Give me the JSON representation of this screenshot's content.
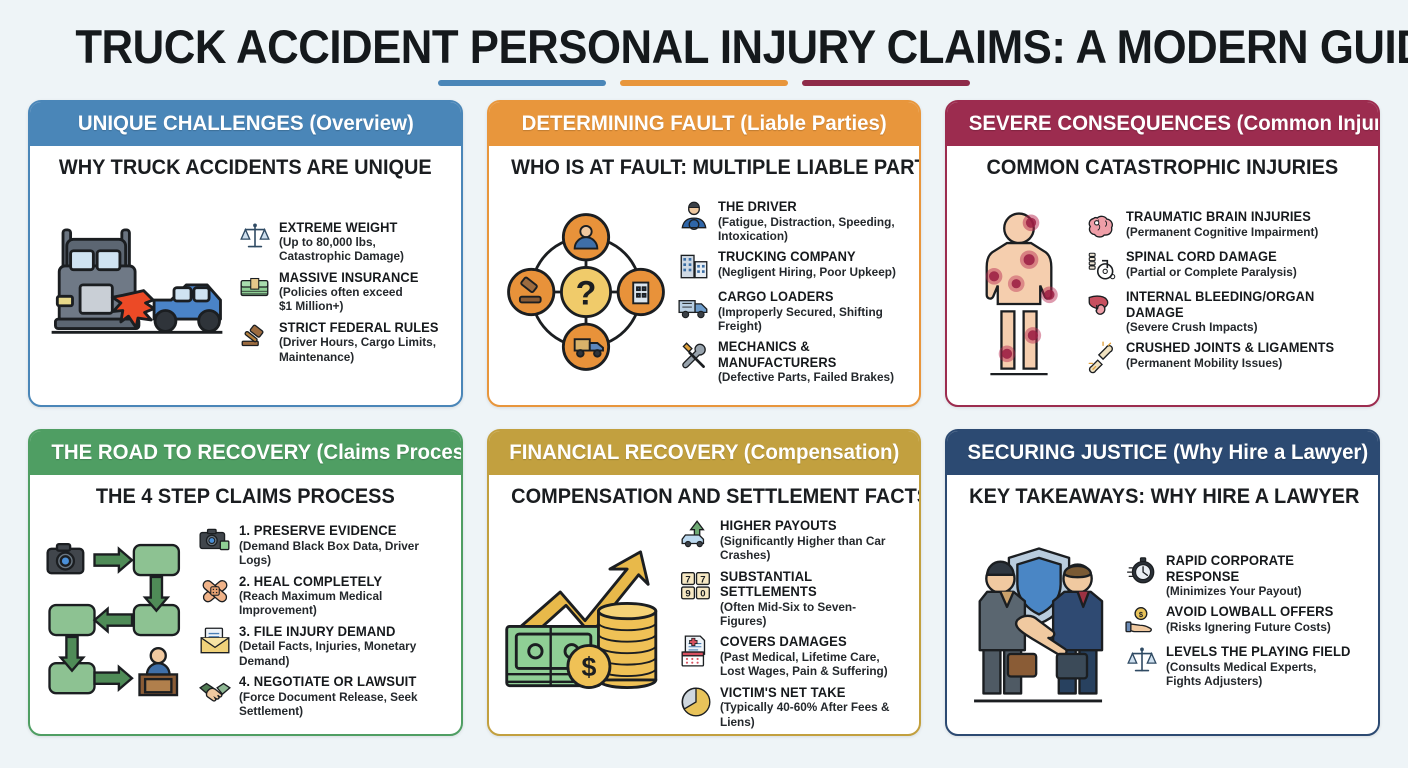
{
  "header": {
    "title": "TRUCK ACCIDENT PERSONAL INJURY CLAIMS: A MODERN GUIDE",
    "rules": [
      "#4a86b8",
      "#e8963c",
      "#8e2b49"
    ]
  },
  "cards": [
    {
      "id": "unique-challenges",
      "header": "UNIQUE CHALLENGES (Overview)",
      "header_color": "#4a86b8",
      "border_color": "#4a86b8",
      "subtitle": "WHY TRUCK ACCIDENTS ARE UNIQUE",
      "illustration": "truck-car-collision",
      "items": [
        {
          "icon": "scales-icon",
          "title": "EXTREME WEIGHT",
          "desc": "(Up to 80,000 lbs,\nCatastrophic Damage)"
        },
        {
          "icon": "cash-stack-icon",
          "title": "MASSIVE INSURANCE",
          "desc": "(Policies often exceed\n$1 Million+)"
        },
        {
          "icon": "gavel-icon",
          "title": "STRICT FEDERAL RULES",
          "desc": "(Driver Hours, Cargo Limits,\nMaintenance)"
        }
      ]
    },
    {
      "id": "determining-fault",
      "header": "DETERMINING FAULT (Liable Parties)",
      "header_color": "#e8963c",
      "border_color": "#e8963c",
      "subtitle": "WHO IS AT FAULT: MULTIPLE LIABLE PARTIES",
      "illustration": "liable-parties-diagram",
      "diagram_center": "?",
      "items": [
        {
          "icon": "driver-icon",
          "title": "THE DRIVER",
          "desc": "(Fatigue, Distraction, Speeding,\nIntoxication)"
        },
        {
          "icon": "office-building-icon",
          "title": "TRUCKING COMPANY",
          "desc": "(Negligent Hiring, Poor Upkeep)"
        },
        {
          "icon": "cargo-truck-icon",
          "title": "CARGO LOADERS",
          "desc": "(Improperly Secured, Shifting Freight)"
        },
        {
          "icon": "wrench-screwdriver-icon",
          "title": "MECHANICS & MANUFACTURERS",
          "desc": "(Defective Parts, Failed Brakes)"
        }
      ]
    },
    {
      "id": "severe-consequences",
      "header": "SEVERE CONSEQUENCES (Common Injuries)",
      "header_color": "#9c2c4f",
      "border_color": "#9c2c4f",
      "subtitle": "COMMON CATASTROPHIC INJURIES",
      "illustration": "human-body-injury-points",
      "items": [
        {
          "icon": "brain-icon",
          "title": "TRAUMATIC BRAIN INJURIES",
          "desc": "(Permanent Cognitive Impairment)"
        },
        {
          "icon": "spine-wheelchair-icon",
          "title": "SPINAL CORD DAMAGE",
          "desc": "(Partial or Complete Paralysis)"
        },
        {
          "icon": "organs-icon",
          "title": "INTERNAL BLEEDING/ORGAN DAMAGE",
          "desc": "(Severe Crush Impacts)"
        },
        {
          "icon": "broken-bone-icon",
          "title": "CRUSHED JOINTS & LIGAMENTS",
          "desc": "(Permanent Mobility Issues)"
        }
      ]
    },
    {
      "id": "road-to-recovery",
      "header": "THE ROAD TO RECOVERY (Claims Process)",
      "header_color": "#4f9e63",
      "border_color": "#4f9e63",
      "subtitle": "THE 4 STEP CLAIMS PROCESS",
      "illustration": "claims-flow-diagram",
      "items": [
        {
          "icon": "camera-evidence-icon",
          "title": "1. PRESERVE EVIDENCE",
          "desc": "(Demand Black Box Data, Driver Logs)"
        },
        {
          "icon": "bandage-icon",
          "title": "2. HEAL COMPLETELY",
          "desc": "(Reach Maximum Medical Improvement)"
        },
        {
          "icon": "envelope-document-icon",
          "title": "3. FILE INJURY DEMAND",
          "desc": "(Detail Facts, Injuries, Monetary Demand)"
        },
        {
          "icon": "handshake-icon",
          "title": "4. NEGOTIATE OR LAWSUIT",
          "desc": "(Force Document Release, Seek Settlement)"
        }
      ]
    },
    {
      "id": "financial-recovery",
      "header": "FINANCIAL RECOVERY (Compensation)",
      "header_color": "#c2a03f",
      "border_color": "#c2a03f",
      "subtitle": "COMPENSATION AND SETTLEMENT FACTS",
      "illustration": "money-growth-chart",
      "items": [
        {
          "icon": "up-arrow-car-icon",
          "title": "HIGHER PAYOUTS",
          "desc": "(Significantly Higher than Car Crashes)"
        },
        {
          "icon": "number-counter-icon",
          "title": "SUBSTANTIAL SETTLEMENTS",
          "desc": "(Often Mid-Six to Seven-Figures)"
        },
        {
          "icon": "medical-bill-calendar-icon",
          "title": "COVERS DAMAGES",
          "desc": "(Past Medical, Lifetime Care,\nLost Wages, Pain & Suffering)"
        },
        {
          "icon": "pie-chart-icon",
          "title": "VICTIM'S NET TAKE",
          "desc": "(Typically 40-60% After Fees & Liens)",
          "pie_label": "40%"
        }
      ]
    },
    {
      "id": "securing-justice",
      "header": "SECURING JUSTICE (Why Hire a Lawyer)",
      "header_color": "#2c4a72",
      "border_color": "#2c4a72",
      "subtitle": "KEY TAKEAWAYS: WHY HIRE A LAWYER",
      "illustration": "handshake-shield",
      "items": [
        {
          "icon": "stopwatch-icon",
          "title": "RAPID CORPORATE RESPONSE",
          "desc": "(Minimizes Your Payout)"
        },
        {
          "icon": "hand-coin-icon",
          "title": "AVOID LOWBALL OFFERS",
          "desc": "(Risks Ignering Future Costs)"
        },
        {
          "icon": "scales-icon",
          "title": "LEVELS THE PLAYING FIELD",
          "desc": "(Consults Medical Experts,\nFights Adjusters)"
        }
      ]
    }
  ]
}
